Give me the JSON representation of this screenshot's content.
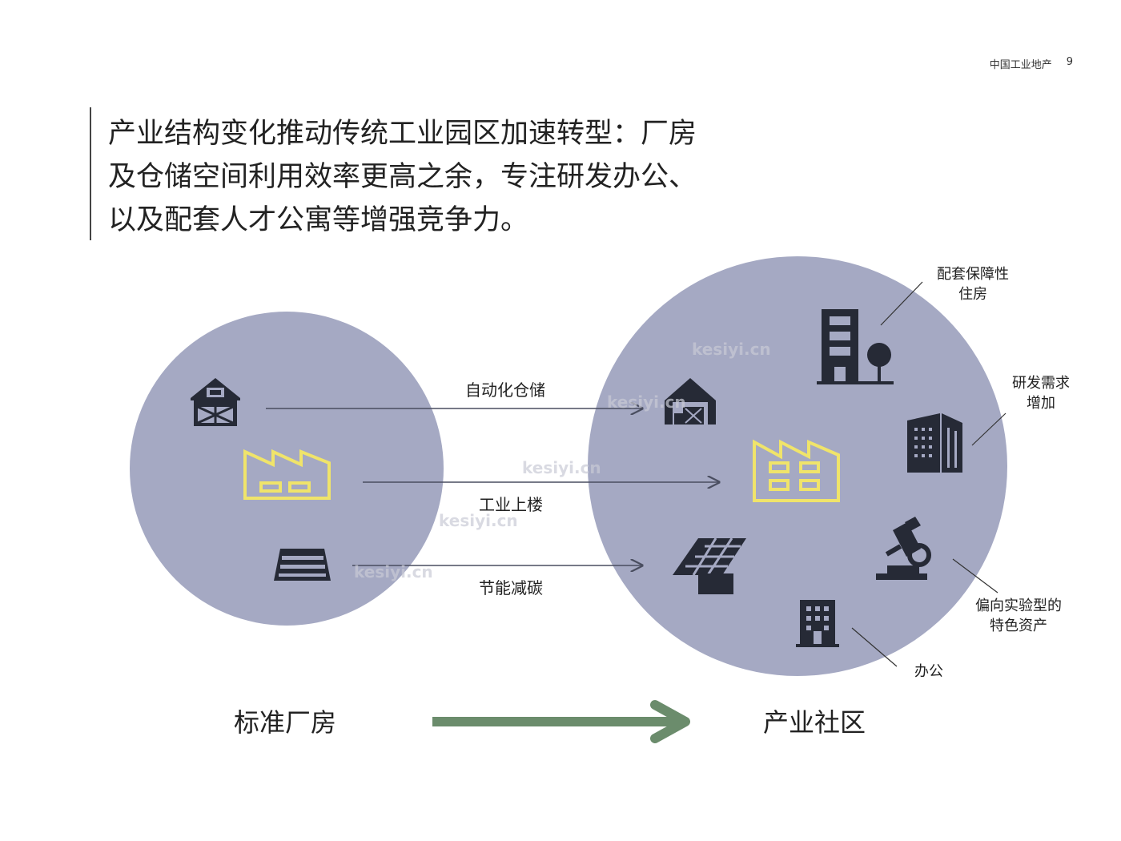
{
  "header": {
    "publication": "中国工业地产",
    "page_number": "9"
  },
  "title": {
    "line1": "产业结构变化推动传统工业园区加速转型：厂房",
    "line2": "及仓储空间利用效率更高之余，专注研发办公、",
    "line3": "以及配套人才公寓等增强竞争力。"
  },
  "arrows": [
    {
      "label": "自动化仓储"
    },
    {
      "label": "工业上楼"
    },
    {
      "label": "节能减碳"
    }
  ],
  "callouts": {
    "housing": {
      "line1": "配套保障性",
      "line2": "住房"
    },
    "rnd": {
      "line1": "研发需求",
      "line2": "增加"
    },
    "lab": {
      "line1": "偏向实验型的",
      "line2": "特色资产"
    },
    "office": {
      "line1": "办公"
    }
  },
  "bottom": {
    "left": "标准厂房",
    "right": "产业社区"
  },
  "watermark": "kesiyi.cn",
  "colors": {
    "circle": "#a5a9c3",
    "icon_dark": "#262a36",
    "accent_yellow": "#f0e46a",
    "big_arrow": "#6b8c6c",
    "arrow_line": "#4a4e60"
  }
}
